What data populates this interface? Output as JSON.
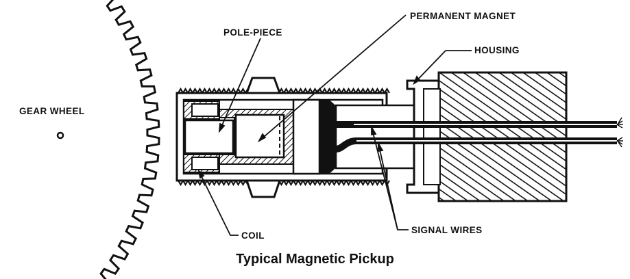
{
  "labels": {
    "gear_wheel": "GEAR WHEEL",
    "pole_piece": "POLE-PIECE",
    "permanent_magnet": "PERMANENT MAGNET",
    "housing": "HOUSING",
    "coil": "COIL",
    "signal_wires": "SIGNAL WIRES"
  },
  "caption": "Typical Magnetic Pickup"
}
